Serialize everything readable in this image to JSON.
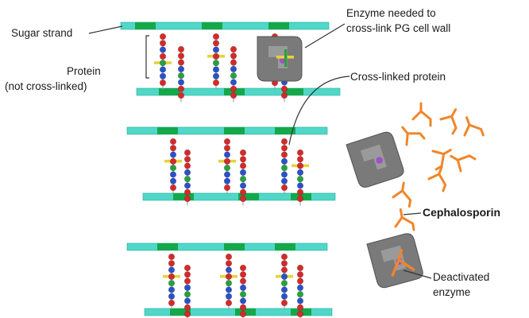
{
  "labels": {
    "sugar_strand": "Sugar strand",
    "protein_line1": "Protein",
    "protein_line2": "(not cross-linked)",
    "enzyme_line1": "Enzyme needed to",
    "enzyme_line2": "cross-link PG cell wall",
    "crosslinked_protein": "Cross-linked protein",
    "cephalosporin": "Cephalosporin",
    "deactivated_line1": "Deactivated",
    "deactivated_line2": "enzyme"
  },
  "colors": {
    "strand": "#4fd8c8",
    "strand_edge": "#2aa89a",
    "strand_block": "#14a84a",
    "bead_red": "#d42a2a",
    "bead_blue": "#2a52c8",
    "bead_green": "#28a040",
    "bead_yellow": "#e8d23c",
    "enzyme": "#7a7a7a",
    "enzyme_light": "#9a9a9a",
    "cephalosporin": "#f0862a",
    "leader_line": "#333333"
  },
  "panels": [
    {
      "name": "normal-synthesis",
      "stage": "protein-not-cross-linked"
    },
    {
      "name": "cross-linking",
      "stage": "cross-linked-protein"
    },
    {
      "name": "inhibited",
      "stage": "enzyme-deactivated-by-cephalosporin"
    }
  ]
}
